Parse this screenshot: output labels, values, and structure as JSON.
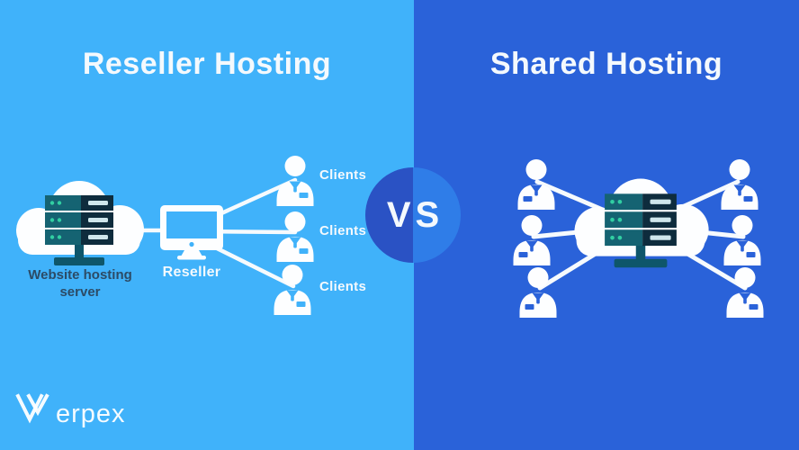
{
  "left_panel": {
    "title": "Reseller Hosting",
    "server_label": "Website hosting server",
    "reseller_label": "Reseller",
    "client_labels": [
      "Clients",
      "Clients",
      "Clients"
    ]
  },
  "right_panel": {
    "title": "Shared Hosting"
  },
  "vs": {
    "label": "VS"
  },
  "brand": {
    "name": "Verpex",
    "logo_mark": "V",
    "logo_text": "erpex"
  },
  "icons": [
    "cloud-server-icon",
    "monitor-icon",
    "person-icon",
    "verpex-logo-mark"
  ],
  "colors": {
    "left_background": "#40B2FA",
    "right_background": "#2A62D9",
    "vs_circle_left": "#2A52C4",
    "vs_circle_right": "#2F7DE8",
    "white_text": "#F4F9FD",
    "dark_label_text": "#2C4B66",
    "server_panel_teal": "#156372",
    "server_body_navy": "#0E2C3D",
    "server_led_green": "#31CFA2",
    "server_slot_light": "#CFE6EC",
    "server_stand_teal": "#0E566A"
  }
}
